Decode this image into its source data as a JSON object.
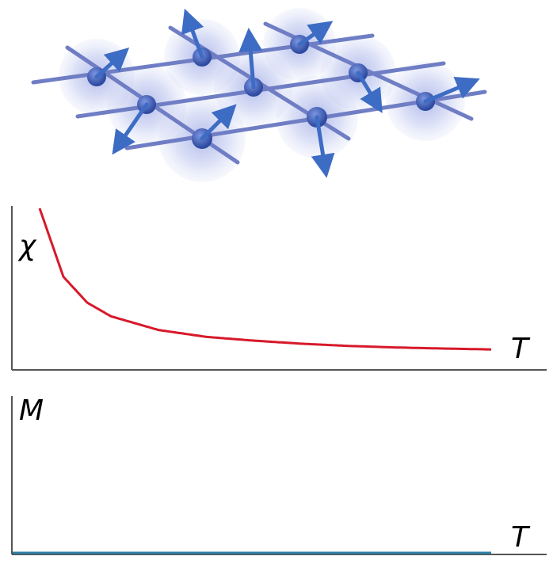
{
  "lattice": {
    "site_color": "#3a5cb0",
    "arrow_color": "#3d6cc4",
    "cloud_color": "#8a9ae0",
    "bond_color": "#6f7ec4"
  },
  "chi_plot": {
    "ylabel": "χ",
    "xlabel": "T",
    "curve_color": "#d7192a",
    "axis_color": "#555555"
  },
  "m_plot": {
    "ylabel": "M",
    "xlabel": "T",
    "line_color": "#2f7fa6",
    "axis_color": "#555555"
  },
  "chart_data": [
    {
      "type": "line",
      "title": "",
      "xlabel": "T",
      "ylabel": "χ",
      "series": [
        {
          "x": [
            0.05,
            0.1,
            0.15,
            0.2,
            0.3,
            0.4,
            0.5,
            0.6,
            0.7,
            0.8,
            0.9,
            1.0
          ],
          "values": [
            1.0,
            0.55,
            0.38,
            0.29,
            0.2,
            0.155,
            0.13,
            0.11,
            0.095,
            0.085,
            0.078,
            0.072
          ]
        }
      ]
    },
    {
      "type": "line",
      "title": "",
      "xlabel": "T",
      "ylabel": "M",
      "series": [
        {
          "x": [
            0.0,
            1.0
          ],
          "values": [
            0,
            0
          ]
        }
      ]
    }
  ]
}
